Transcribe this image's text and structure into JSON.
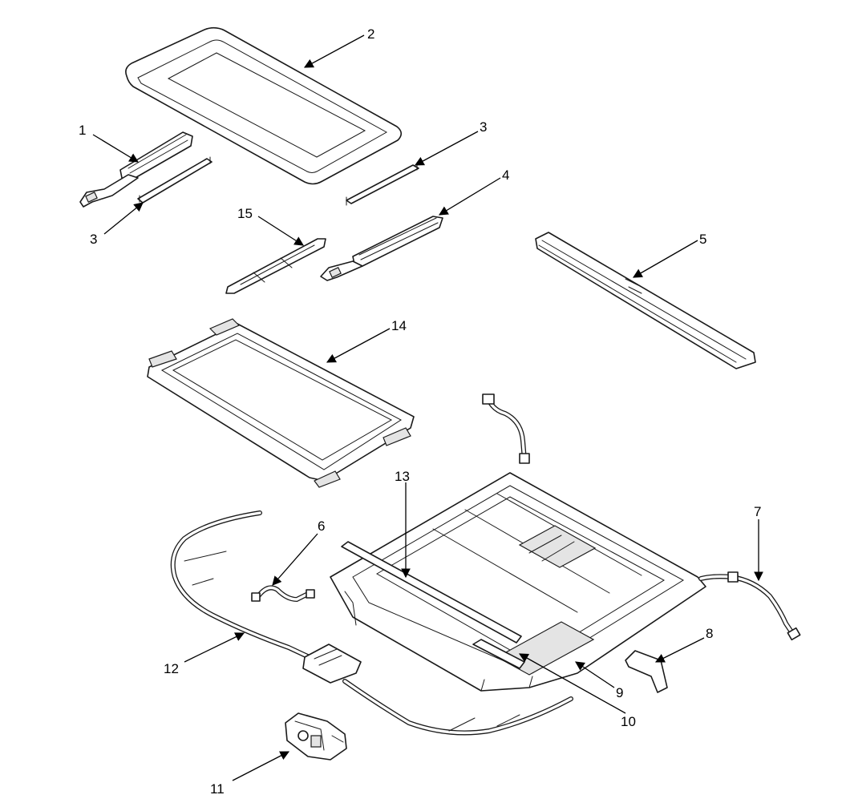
{
  "labels": {
    "p1": "1",
    "p2": "2",
    "p3a": "3",
    "p3b": "3",
    "p4": "4",
    "p5": "5",
    "p6": "6",
    "p7": "7",
    "p8": "8",
    "p9": "9",
    "p10": "10",
    "p11": "11",
    "p12": "12",
    "p13": "13",
    "p14": "14",
    "p15": "15"
  }
}
